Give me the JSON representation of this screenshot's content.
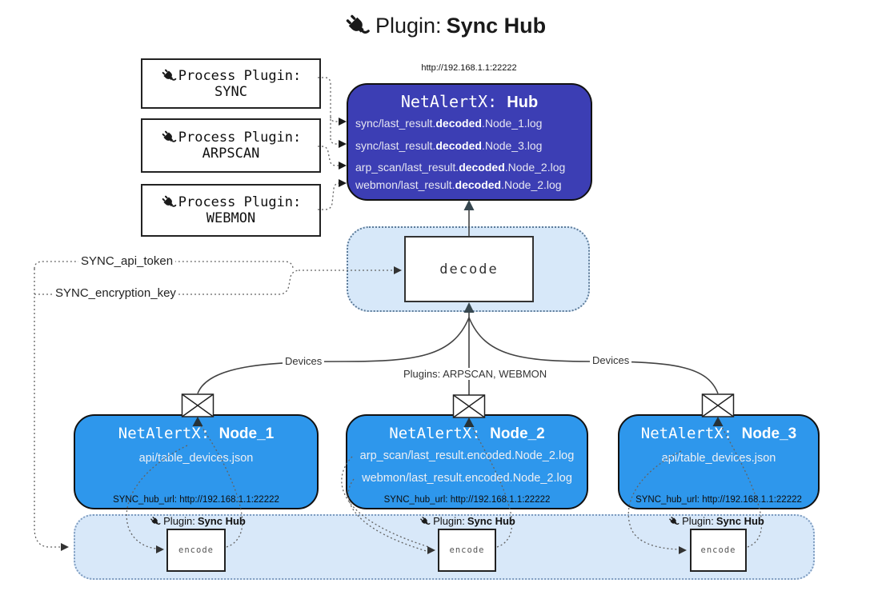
{
  "title": {
    "prefix": "Plugin:",
    "name": "Sync Hub"
  },
  "hub": {
    "url": "http://192.168.1.1:22222",
    "title_prefix": "NetAlertX:",
    "title_name": "Hub",
    "files": [
      {
        "pre": "sync/last_result.",
        "bold": "decoded",
        "post": ".Node_1.log"
      },
      {
        "pre": "sync/last_result.",
        "bold": "decoded",
        "post": ".Node_3.log"
      },
      {
        "pre": "arp_scan/last_result.",
        "bold": "decoded",
        "post": ".Node_2.log"
      },
      {
        "pre": "webmon/last_result.",
        "bold": "decoded",
        "post": ".Node_2.log"
      }
    ]
  },
  "process_plugins": [
    {
      "label": "Process Plugin:",
      "name": "SYNC"
    },
    {
      "label": "Process Plugin:",
      "name": "ARPSCAN"
    },
    {
      "label": "Process Plugin:",
      "name": "WEBMON"
    }
  ],
  "settings": {
    "api_token": "SYNC_api_token",
    "encryption_key": "SYNC_encryption_key"
  },
  "decode_step": {
    "label": "decode"
  },
  "edge_labels": {
    "devices_left": "Devices",
    "devices_right": "Devices",
    "plugins": "Plugins: ARPSCAN, WEBMON"
  },
  "nodes": [
    {
      "title_prefix": "NetAlertX:",
      "title_name": "Node_1",
      "files": [
        "api/table_devices.json"
      ],
      "hub_url": "SYNC_hub_url: http://192.168.1.1:22222"
    },
    {
      "title_prefix": "NetAlertX:",
      "title_name": "Node_2",
      "files": [
        "arp_scan/last_result.encoded.Node_2.log",
        "webmon/last_result.encoded.Node_2.log"
      ],
      "hub_url": "SYNC_hub_url: http://192.168.1.1:22222"
    },
    {
      "title_prefix": "NetAlertX:",
      "title_name": "Node_3",
      "files": [
        "api/table_devices.json"
      ],
      "hub_url": "SYNC_hub_url: http://192.168.1.1:22222"
    }
  ],
  "encode_band": {
    "plugin_prefix": "Plugin:",
    "plugin_name": "Sync Hub",
    "encode_label": "encode"
  },
  "colors": {
    "hub_fill": "#3c3eb4",
    "node_fill": "#2e97ec",
    "band_fill": "#d8e8f9",
    "decode_area_fill": "#d7e8f9",
    "line": "#424242",
    "accent_dark": "#37474f"
  }
}
